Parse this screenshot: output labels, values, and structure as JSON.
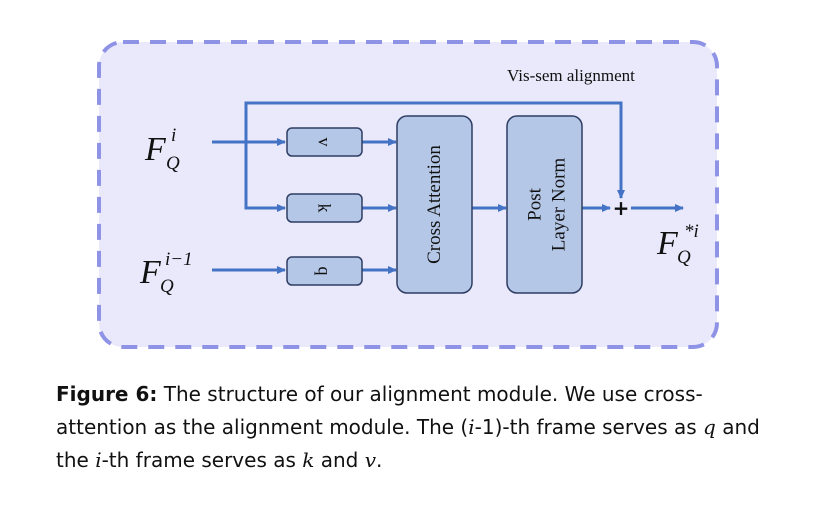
{
  "diagram": {
    "module_label": "Vis-sem alignment",
    "inputs": {
      "current": {
        "symbol": "F",
        "subscript": "Q",
        "superscript": "i"
      },
      "previous": {
        "symbol": "F",
        "subscript": "Q",
        "superscript": "i−1"
      }
    },
    "output": {
      "symbol": "F",
      "subscript": "Q",
      "superscript": "*i"
    },
    "projections": {
      "v": "v",
      "k": "k",
      "q": "q"
    },
    "blocks": {
      "cross_attention": "Cross Attention",
      "layer_norm_line1": "Post",
      "layer_norm_line2": "Layer Norm"
    },
    "residual_symbol": "+",
    "colors": {
      "module_fill": "#e9e9fb",
      "module_border": "#8f93e6",
      "box_fill": "#b4c7e7",
      "box_border": "#2f3d63",
      "arrow": "#4472c4"
    }
  },
  "caption": {
    "label": "Figure 6:",
    "part1": " The structure of our alignment module. We use cross-attention as the alignment module. The (",
    "part1_math": "i",
    "part2": "-1)-th frame serves as ",
    "q_math": "q",
    "part3": " and the ",
    "i_math": "i",
    "part4": "-th frame serves as ",
    "k_math": "k",
    "part5": " and ",
    "v_math": "v",
    "part6": "."
  }
}
